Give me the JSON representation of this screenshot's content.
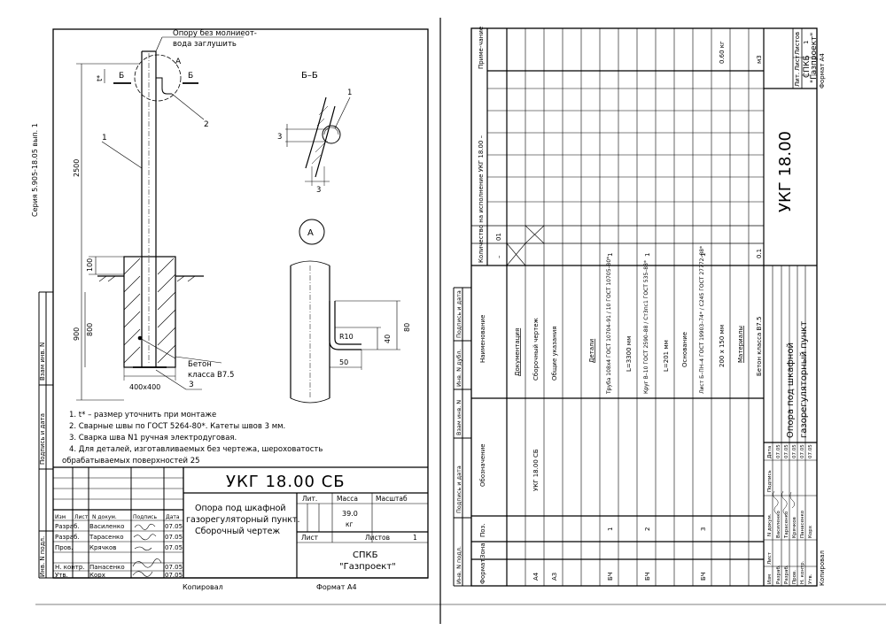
{
  "left_sheet": {
    "series_text": "Серия 5.905-18.05 вып. 1",
    "callout_top_line1": "Опору без молниеот-",
    "callout_top_line2": "вода заглушить",
    "section_label": "Б–Б",
    "view_b": "Б",
    "view_b2": "Б",
    "detail_letter": "А",
    "leader_1": "1",
    "leader_2": "2",
    "leader_3": "3",
    "section_leader_1": "1",
    "section_size_3a": "3",
    "section_size_3b": "3",
    "dim_t": "t*",
    "dim_2500": "2500",
    "dim_900": "900",
    "dim_800": "800",
    "dim_100": "100",
    "dim_400x400": "400x400",
    "dim_r10": "R10",
    "dim_40": "40",
    "dim_80": "80",
    "dim_50": "50",
    "concrete_label1": "Бетон",
    "concrete_label2": "класса  В7.5",
    "notes": [
      "1. t* – размер уточнить при монтаже",
      "2. Сварные швы по ГОСТ 5264-80*. Катеты швов 3 мм.",
      "3. Сварка шва N1 ручная электродуговая.",
      "4. Для деталей, изготавливаемых без чертежа, шероховатость",
      "обрабатываемых поверхностей 25"
    ],
    "side_stamps": [
      "Инв. N подл.",
      "Подпись и дата",
      "Взам инв. N"
    ],
    "title_block": {
      "designation": "УКГ 18.00 СБ",
      "name_line1": "Опора под шкафной",
      "name_line2": "газорегуляторный пункт.",
      "name_line3": "Сборочный чертеж",
      "col_lit": "Лит.",
      "col_mass": "Масса",
      "col_scale": "Масштаб",
      "mass_value": "39.0",
      "mass_unit": "кг",
      "sheet_label": "Лист",
      "sheets_label": "Листов",
      "sheets_count": "1",
      "org_line1": "СПКБ",
      "org_line2": "\"Газпроект\"",
      "header_cells": [
        "Изм",
        "Лист",
        "N докум.",
        "Подпись",
        "Дата"
      ],
      "rows": [
        {
          "role": "Разраб.",
          "name": "Василенко",
          "date": "07.05"
        },
        {
          "role": "Разраб.",
          "name": "Тарасенко",
          "date": "07.05"
        },
        {
          "role": "Пров.",
          "name": "Крячков",
          "date": "07.05"
        },
        {
          "role": "",
          "name": "",
          "date": ""
        },
        {
          "role": "Н. контр.",
          "name": "Панасенко",
          "date": "07.05"
        },
        {
          "role": "Утв.",
          "name": "Корх",
          "date": "07.05"
        }
      ]
    },
    "copied": "Копировал",
    "format": "Формат А4"
  },
  "right_sheet": {
    "col_headers": [
      "Формат",
      "Зона",
      "Поз.",
      "Обозначение",
      "Наименование",
      "Количество на исполнение УКГ 18.00 –",
      "Приме-чание"
    ],
    "qty_cols": [
      "–",
      "01"
    ],
    "side_stamps": [
      "Инв. N подл.",
      "Подпись и дата",
      "Взам инв. N",
      "Инв. N дубл.",
      "Подпись и дата"
    ],
    "rows": [
      {
        "fmt": "",
        "pos": "",
        "des": "",
        "name": "Документация",
        "q1": "",
        "q2": "",
        "note": ""
      },
      {
        "fmt": "А4",
        "pos": "",
        "des": "УКГ 18.00 СБ",
        "name": "Сборочный чертеж",
        "q1": "X",
        "q2": "X",
        "note": ""
      },
      {
        "fmt": "А3",
        "pos": "",
        "des": "",
        "name": "Общие указания",
        "q1": "",
        "q2": "",
        "note": ""
      },
      {
        "fmt": "",
        "pos": "",
        "des": "",
        "name": "Детали",
        "q1": "",
        "q2": "",
        "note": ""
      },
      {
        "fmt": "БЧ",
        "pos": "1",
        "des": "",
        "name": "Труба 108x4 ГОСТ 10704–91 / 10 ГОСТ 10705–80*",
        "q1": "1",
        "q2": "",
        "note": ""
      },
      {
        "fmt": "",
        "pos": "",
        "des": "",
        "name": "L=3300 мм",
        "q1": "",
        "q2": "",
        "note": ""
      },
      {
        "fmt": "БЧ",
        "pos": "2",
        "des": "",
        "name": "Круг В–10 ГОСТ 2590–88 / Ст3пс1 ГОСТ 535–88*",
        "q1": "1",
        "q2": "",
        "note": ""
      },
      {
        "fmt": "",
        "pos": "",
        "des": "",
        "name": "L=201 мм",
        "q1": "",
        "q2": "",
        "note": ""
      },
      {
        "fmt": "",
        "pos": "",
        "des": "",
        "name": "Основание",
        "q1": "",
        "q2": "",
        "note": ""
      },
      {
        "fmt": "БЧ",
        "pos": "3",
        "des": "",
        "name": "Лист Б–ПН–4 ГОСТ 19903–74* / С245 ГОСТ 27772–88*",
        "q1": "1",
        "q2": "",
        "note": ""
      },
      {
        "fmt": "",
        "pos": "",
        "des": "",
        "name": "200 x 150 мм",
        "q1": "",
        "q2": "",
        "note": "0.60 кг"
      },
      {
        "fmt": "",
        "pos": "",
        "des": "",
        "name": "Материалы",
        "q1": "",
        "q2": "",
        "note": ""
      },
      {
        "fmt": "",
        "pos": "",
        "des": "",
        "name": "Бетон класса  В7.5",
        "q1": "0.1",
        "q2": "",
        "note": "м3"
      }
    ],
    "title_block": {
      "designation": "УКГ 18.00",
      "name_line1": "Опора под шкафной",
      "name_line2": "газорегуляторный пункт",
      "col_lit": "Лит.",
      "col_sheet": "Лист",
      "col_sheets": "Листов",
      "sheets_count": "1",
      "org_line1": "СПКБ",
      "org_line2": "\"Газпроект\"",
      "header_cells": [
        "Изм",
        "Лист",
        "N докум.",
        "Подпись",
        "Дата"
      ],
      "rows": [
        {
          "role": "Разраб.",
          "name": "Василенко",
          "date": "07.05"
        },
        {
          "role": "Разраб.",
          "name": "Тарасенко",
          "date": "07.05"
        },
        {
          "role": "Пров.",
          "name": "Крячков",
          "date": "07.05"
        },
        {
          "role": "Н. контр.",
          "name": "Панасенко",
          "date": "07.05"
        },
        {
          "role": "Утв.",
          "name": "Корх",
          "date": "07.05"
        }
      ]
    },
    "copied": "Копировал",
    "format": "Формат А4"
  }
}
